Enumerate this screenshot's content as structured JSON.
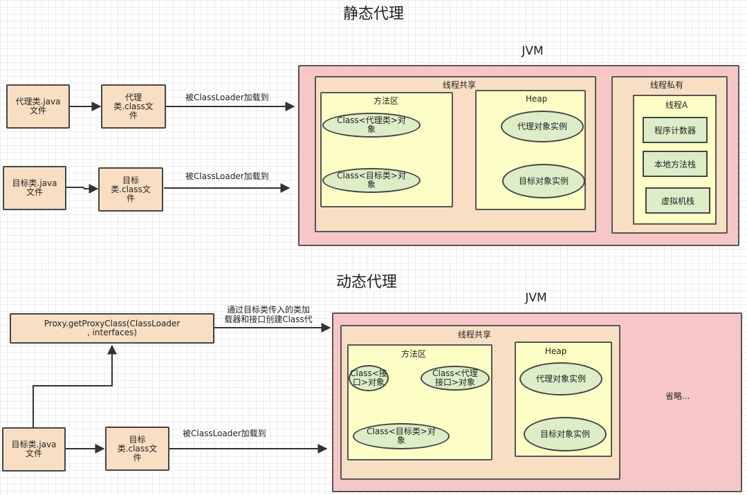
{
  "static": {
    "title": "静态代理",
    "jvm_label": "JVM",
    "proxy_java_file": "代理类.java\n文件",
    "proxy_class_file": "代理\n类.class文\n件",
    "target_java_file": "目标类.java\n文件",
    "target_class_file": "目标\n类.class文\n件",
    "load_label_1": "被ClassLoader加载到",
    "load_label_2": "被ClassLoader加载到",
    "thread_shared": "线程共享",
    "method_area": "方法区",
    "class_proxy_obj": "Class<代理类>对\n象",
    "class_target_obj": "Class<目标类>对\n象",
    "heap": "Heap",
    "proxy_instance": "代理对象实例",
    "target_instance": "目标对象实例",
    "thread_private": "线程私有",
    "thread_a": "线程A",
    "program_counter": "程序计数器",
    "native_stack": "本地方法栈",
    "vm_stack": "虚拟机栈"
  },
  "dynamic": {
    "title": "动态代理",
    "jvm_label": "JVM",
    "proxy_call": "Proxy.getProxyClass(ClassLoader\n, interfaces)",
    "create_label": "通过目标类传入的类加\n载器和接口创建Class代",
    "target_java_file": "目标类.java\n文件",
    "target_class_file": "目标\n类.class文\n件",
    "load_label": "被ClassLoader加载到",
    "thread_shared": "线程共享",
    "method_area": "方法区",
    "class_interface_obj": "Class<接\n口>对象",
    "class_proxy_interface_obj": "Class<代理\n接口>对象",
    "class_target_obj": "Class<目标类>对\n象",
    "heap": "Heap",
    "proxy_instance": "代理对象实例",
    "target_instance": "目标对象实例",
    "omitted": "省略..."
  },
  "colors": {
    "file_fill": "#f8dfc4",
    "jvm_fill": "#f7c7c7",
    "region_fill": "#fdfdc6",
    "object_fill": "#dcedc8",
    "stroke": "#444444"
  }
}
